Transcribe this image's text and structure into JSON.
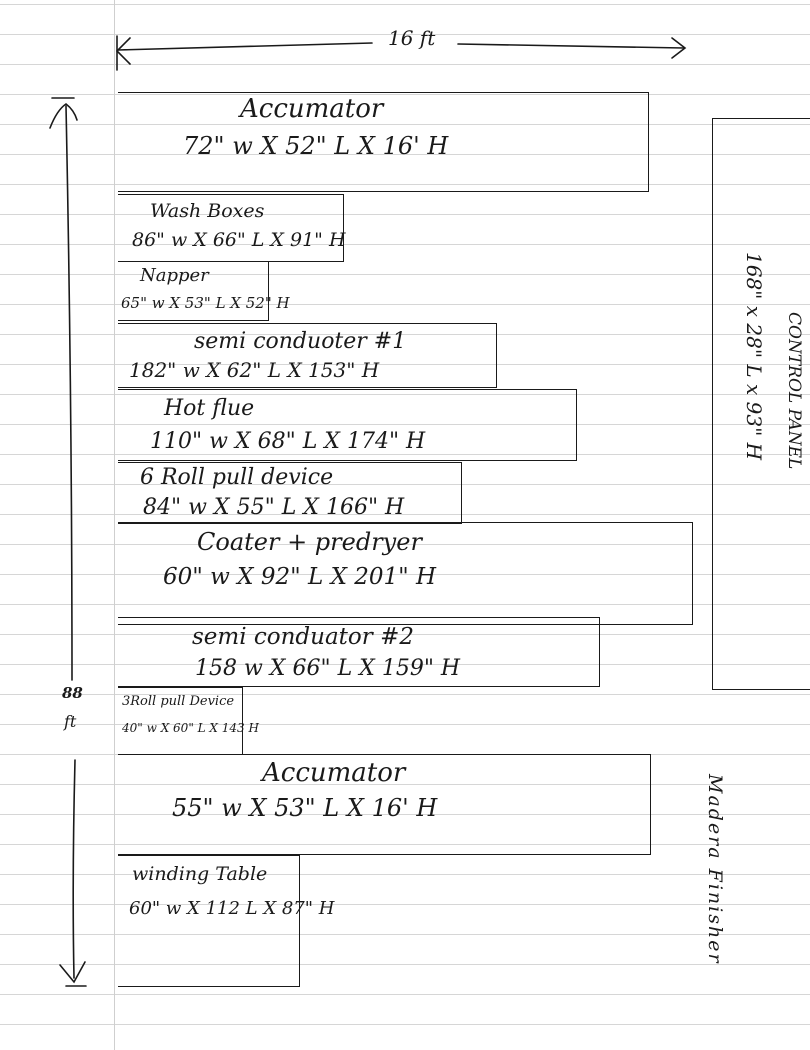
{
  "width_label": "16 ft",
  "length_label_top": "88",
  "length_label_bottom": "ft",
  "machine_label": "Madera Finisher",
  "control_panel": {
    "title": "CONTROL PANEL",
    "dims": "168\" x 28\" L x 93\" H"
  },
  "components": [
    {
      "name": "Accumator",
      "dims": "72\" w X 52\" L X 16' H"
    },
    {
      "name": "Wash Boxes",
      "dims": "86\" w X 66\" L X 91\" H"
    },
    {
      "name": "Napper",
      "dims": "65\" w X 53\" L X 52\" H"
    },
    {
      "name": "semi conduoter #1",
      "dims": "182\" w X 62\" L X 153\" H"
    },
    {
      "name": "Hot flue",
      "dims": "110\" w X 68\" L X 174\" H"
    },
    {
      "name": "6 Roll pull device",
      "dims": "84\" w X 55\" L X 166\" H"
    },
    {
      "name": "Coater + predryer",
      "dims": "60\" w X 92\" L X 201\" H"
    },
    {
      "name": "semi conduator #2",
      "dims": "158 w X 66\" L X 159\" H"
    },
    {
      "name": "3Roll pull Device",
      "dims": "40\" w X 60\" L X 143 H"
    },
    {
      "name": "Accumator",
      "dims": "55\" w X 53\" L X 16' H"
    },
    {
      "name": "winding Table",
      "dims": "60\" w X 112 L X 87\" H"
    }
  ]
}
